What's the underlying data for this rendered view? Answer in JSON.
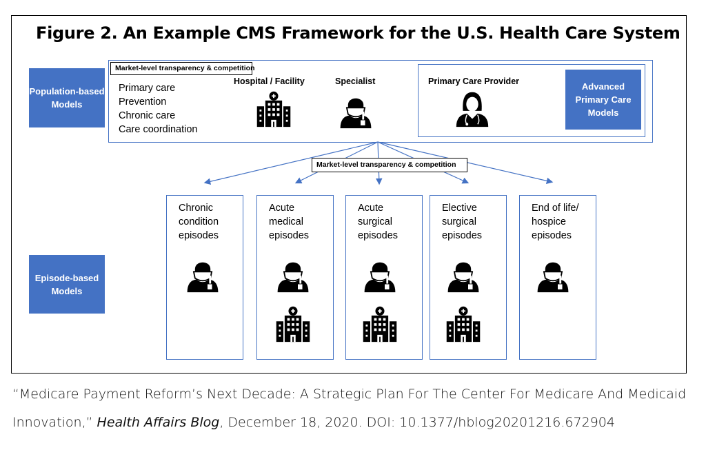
{
  "title": "Figure 2. An Example CMS Framework for the U.S. Health Care System",
  "colors": {
    "accent": "#4472C4",
    "icon": "#000000"
  },
  "left_labels": {
    "population": "Population-based Models",
    "episode": "Episode-based Models"
  },
  "population_panel": {
    "market_label": "Market-level transparency & competition",
    "services": [
      "Primary care",
      "Prevention",
      "Chronic care",
      "Care coordination"
    ],
    "hospital_label": "Hospital / Facility",
    "specialist_label": "Specialist",
    "pcp_label": "Primary Care Provider",
    "apcm_label": "Advanced Primary Care Models",
    "icons": [
      "hospital-icon",
      "specialist-icon",
      "female-doctor-icon"
    ]
  },
  "connector_label": "Market-level transparency & competition",
  "episodes": [
    {
      "name": "Chronic condition episodes",
      "icons": [
        "specialist-icon"
      ]
    },
    {
      "name": "Acute medical episodes",
      "icons": [
        "specialist-icon",
        "hospital-icon"
      ]
    },
    {
      "name": "Acute surgical episodes",
      "icons": [
        "specialist-icon",
        "hospital-icon"
      ]
    },
    {
      "name": "Elective surgical episodes",
      "icons": [
        "specialist-icon",
        "hospital-icon"
      ]
    },
    {
      "name": "End of life/ hospice episodes",
      "icons": [
        "specialist-icon"
      ]
    }
  ],
  "caption": {
    "line1": "“Medicare Payment Reform’s Next Decade: A Strategic Plan For The Center For Medicare And Medicaid",
    "line2_pre": "Innovation,” ",
    "line2_journal": "Health Affairs Blog",
    "line2_post": ", December 18, 2020. DOI: 10.1377/hblog20201216.672904"
  }
}
